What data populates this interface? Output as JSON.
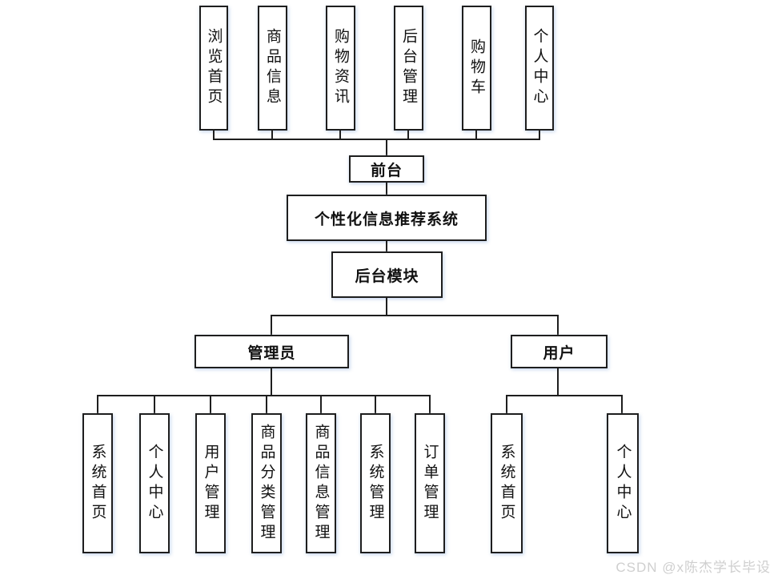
{
  "diagram": {
    "front_modules": [
      "浏览首页",
      "商品信息",
      "购物资讯",
      "后台管理",
      "购物车",
      "个人中心"
    ],
    "front_label": "前台",
    "system_label": "个性化信息推荐系统",
    "backend_label": "后台模块",
    "roles": {
      "admin": "管理员",
      "user": "用户"
    },
    "admin_modules": [
      "系统首页",
      "个人中心",
      "用户管理",
      "商品分类管理",
      "商品信息管理",
      "系统管理",
      "订单管理"
    ],
    "user_modules": [
      "系统首页",
      "个人中心"
    ]
  },
  "watermark": {
    "text": "CSDN @x陈杰学长毕设"
  },
  "colors": {
    "line": "#1e1e1e",
    "border": "#1e1e1e",
    "background": "#ffffff",
    "text": "#111111",
    "watermark": "#cfcfcf"
  }
}
